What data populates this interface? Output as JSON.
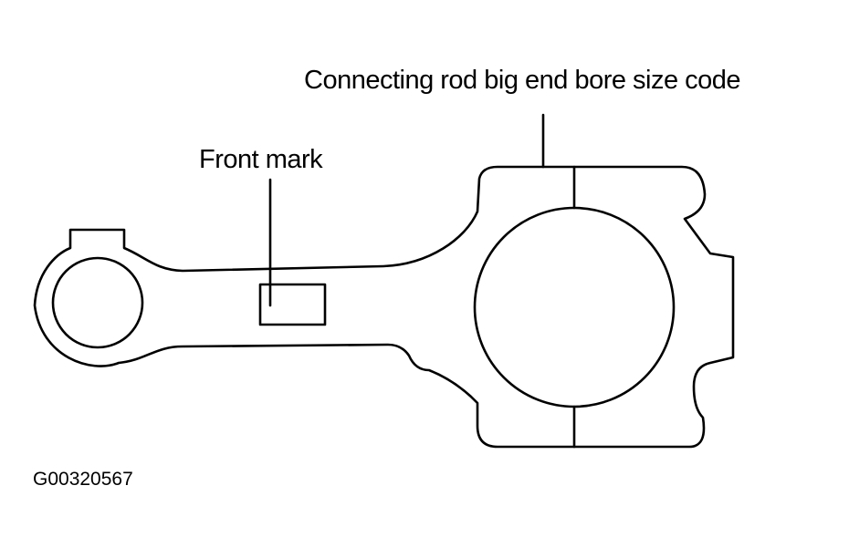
{
  "labels": {
    "bore_size_code": "Connecting rod big end bore size code",
    "front_mark": "Front mark"
  },
  "figure_id": "G00320567",
  "colors": {
    "line": "#000000",
    "background": "#ffffff"
  }
}
